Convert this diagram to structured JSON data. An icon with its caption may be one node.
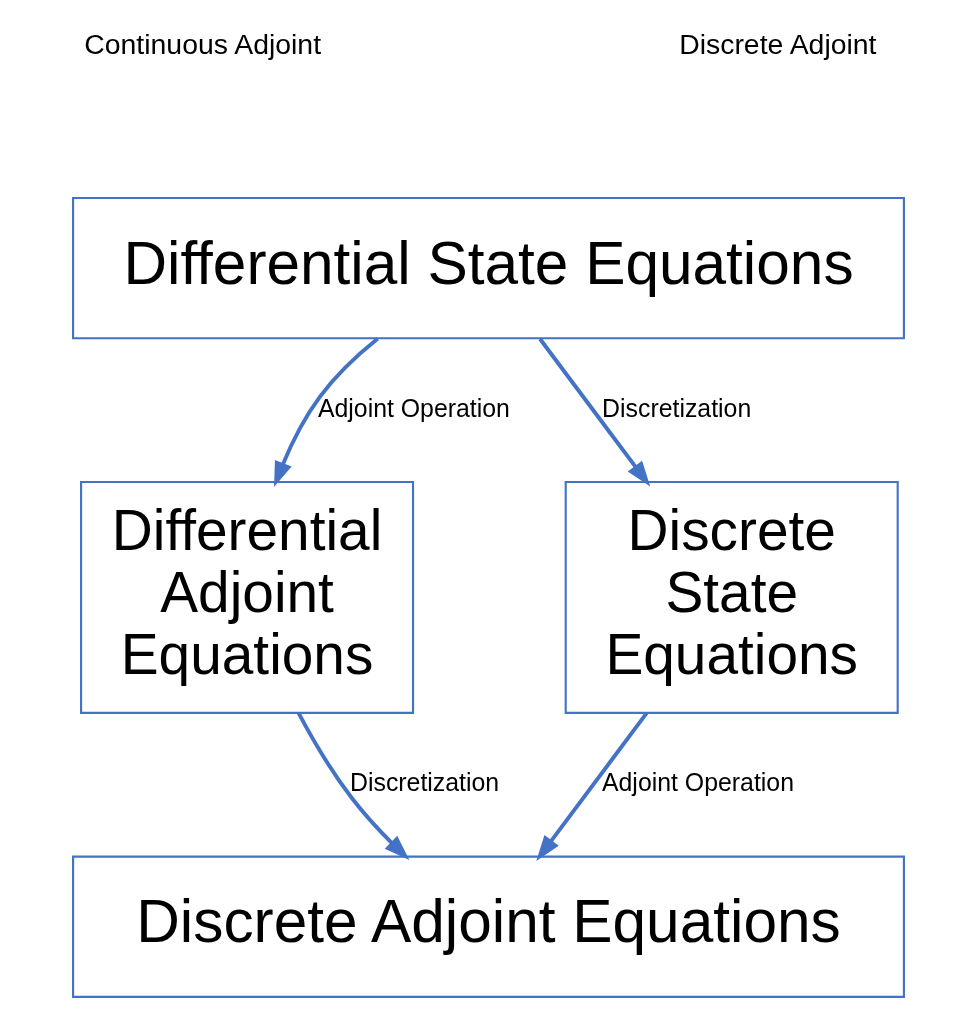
{
  "diagram": {
    "nodes": [
      {
        "text": [
          "Differential State Equations"
        ]
      },
      {
        "text": [
          "Differential Adjoint Equations"
        ]
      },
      {
        "text": [
          "Discrete State Equations"
        ]
      },
      {
        "text": [
          "Discrete Adjoint Equations"
        ]
      }
    ],
    "edges": [
      {
        "from": 0,
        "to": 1,
        "arrow": "to",
        "label": "Adjoint Operation"
      },
      {
        "from": 0,
        "to": 2,
        "arrow": "to",
        "label": "Discretization"
      },
      {
        "from": 1,
        "to": 3,
        "arrow": "to",
        "label": "Discretization"
      },
      {
        "from": 2,
        "to": 3,
        "arrow": "to",
        "label": "Adjoint Operation"
      }
    ],
    "labels": [
      "Continuous Adjoint",
      "Discrete Adjoint"
    ]
  }
}
